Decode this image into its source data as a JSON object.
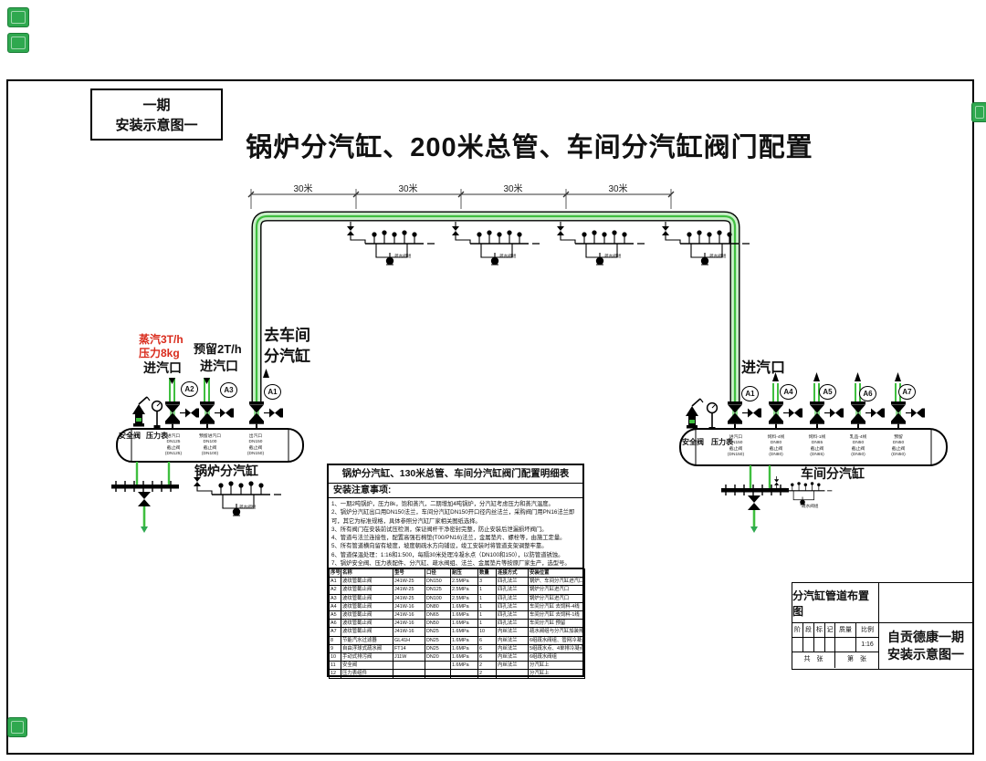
{
  "page": {
    "phase_box_line1": "一期",
    "phase_box_line2": "安装示意图一",
    "main_title": "锅炉分汽缸、200米总管、车间分汽缸阀门配置"
  },
  "pipe": {
    "segment_labels": [
      "30米",
      "30米",
      "30米",
      "30米"
    ]
  },
  "trap_label": "疏水阀组",
  "left_manifold": {
    "name": "锅炉分汽缸",
    "inlet1_red_line1": "蒸汽3T/h",
    "inlet1_red_line2": "压力8kg",
    "inlet1_label": "进汽口",
    "inlet2_line1": "预留2T/h",
    "inlet2_label": "进汽口",
    "outlet_line1": "去车间",
    "outlet_line2": "分汽缸",
    "safety_valve_label": "安全阀",
    "pressure_gauge_label": "压力表",
    "valve_tags": [
      "A2",
      "A3",
      "A1"
    ],
    "nozzle_notes": [
      [
        "进汽口",
        "DN125",
        "截止阀",
        "(DN125)"
      ],
      [
        "预留进汽口",
        "DN100",
        "截止阀",
        "(DN100)"
      ],
      [
        "出汽口",
        "DN150",
        "截止阀",
        "(DN150)"
      ]
    ]
  },
  "right_manifold": {
    "name": "车间分汽缸",
    "inlet_label": "进汽口",
    "safety_valve_label": "安全阀",
    "pressure_gauge_label": "压力表",
    "valve_tags": [
      "A1",
      "A4",
      "A5",
      "A6",
      "A7"
    ],
    "nozzle_notes": [
      [
        "进汽口",
        "DN150",
        "截止阀",
        "(DN150)"
      ],
      [
        "饲料-4线",
        "DN80",
        "截止阀",
        "(DN80)"
      ],
      [
        "饲料-1线",
        "DN65",
        "截止阀",
        "(DN65)"
      ],
      [
        "乳品-4线",
        "DN50",
        "截止阀",
        "(DN50)"
      ],
      [
        "预留",
        "DN50",
        "截止阀",
        "(DN50)"
      ]
    ]
  },
  "spec_table": {
    "title": "锅炉分汽缸、130米总管、车间分汽缸阀门配置明细表",
    "notes_heading": "安装注意事项:",
    "notes": [
      "1、一期2吨锅炉，压力8k，饱和蒸汽，二期增加4吨锅炉，分汽缸考虑压力和蒸汽温度。",
      "2、锅炉分汽缸出口用DN150法兰，车间分汽缸DN150开口径内丝法兰，采购阀门用PN16法兰即可，其它为标准规格，具体参照分汽缸厂家相关图纸选择。",
      "3、所有阀门在安装前试压检测，保证阀杆干净密封完整，防止安装后泄漏损坏阀门。",
      "4、管道与法兰连接性，配置高强石棉垫(T00/PN16)法兰，金属垫片、螺栓等，由施工定量。",
      "5、所有管道横向留有坡度，坡度朝疏水方向铺设，竣工安装时将管道支架调整牢靠。",
      "6、管道保温处理：1:16和1:500，每隔30米处理冷凝水点（DN100和150），以防管道锈蚀。",
      "7、锅炉安全阀、压力表配件、分汽缸、疏水阀组、法兰、金属垫片等按原厂家生产，选型号。"
    ],
    "columns": [
      "序号",
      "名称",
      "型号",
      "口径",
      "耐压",
      "数量",
      "连接方式",
      "安装位置"
    ],
    "rows": [
      [
        "A1",
        "波纹管截止阀",
        "J41W-25",
        "DN150",
        "2.5MPa",
        "3",
        "四孔法兰",
        "锅炉、车间分汽缸进汽口"
      ],
      [
        "A2",
        "波纹管截止阀",
        "J41W-25",
        "DN125",
        "2.5MPa",
        "1",
        "四孔法兰",
        "锅炉分汽缸进汽口"
      ],
      [
        "A3",
        "波纹管截止阀",
        "J41W-25",
        "DN100",
        "2.5MPa",
        "1",
        "四孔法兰",
        "锅炉分汽缸进汽口"
      ],
      [
        "A4",
        "波纹管截止阀",
        "J41W-16",
        "DN80",
        "1.6MPa",
        "1",
        "四孔法兰",
        "车间分汽缸 去饲料-4线"
      ],
      [
        "A5",
        "波纹管截止阀",
        "J41W-16",
        "DN65",
        "1.6MPa",
        "1",
        "四孔法兰",
        "车间分汽缸 去饲料-1线"
      ],
      [
        "A6",
        "波纹管截止阀",
        "J41W-16",
        "DN50",
        "1.6MPa",
        "1",
        "四孔法兰",
        "车间分汽缸 预留"
      ],
      [
        "A7",
        "波纹管截止阀",
        "J41W-16",
        "DN25",
        "1.6MPa",
        "10",
        "内丝法兰",
        "疏水阀组与分汽缸加装排污"
      ],
      [
        "8",
        "节能汽水过滤器",
        "GL41H",
        "DN25",
        "1.6MPa",
        "6",
        "内丝法兰",
        "6组疏水阀组、管网冷凝点"
      ],
      [
        "9",
        "自由浮球式疏水阀",
        "FT14",
        "DN25",
        "1.6MPa",
        "6",
        "内丝法兰",
        "5组疏水点、4单排冷凝点"
      ],
      [
        "10",
        "手动式排污阀",
        "J11W",
        "DN20",
        "1.6MPa",
        "6",
        "内丝法兰",
        "6组疏水阀组"
      ],
      [
        "11",
        "安全阀",
        "",
        "",
        "1.6MPa",
        "2",
        "内丝法兰",
        "分汽缸上"
      ],
      [
        "12",
        "压力表组件",
        "",
        "",
        "",
        "2",
        "",
        "分汽缸上"
      ]
    ]
  },
  "title_block": {
    "drawing_name": "分汽缸管道布置图",
    "stage_chars": [
      "阶",
      "段",
      "标",
      "记"
    ],
    "weight_label": "质量",
    "scale_label": "比例",
    "scale_value": "1:16",
    "sheet_left": "共　张",
    "sheet_right": "第　张",
    "project_line1": "自贡德康一期",
    "project_line2": "安装示意图一"
  },
  "colors": {
    "pipe_green": "#3fbf3f",
    "pipe_fill": "#c9efc9",
    "red_text": "#d92b1c",
    "stamp_green": "#2fa84f"
  }
}
